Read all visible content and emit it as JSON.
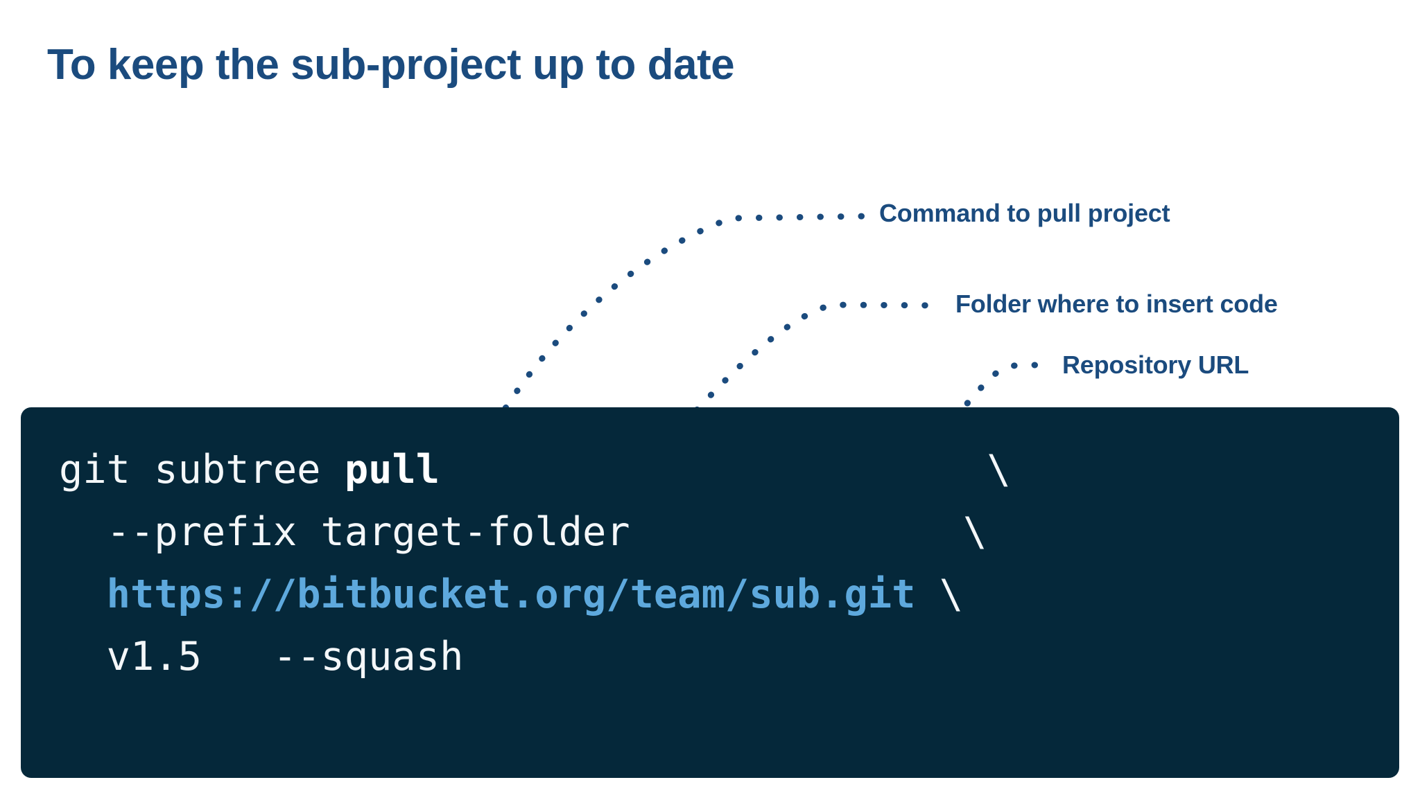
{
  "slide": {
    "title": "To keep the sub-project up to date",
    "background_color": "#ffffff",
    "accent_color": "#1b4b7e"
  },
  "annotations": {
    "items": [
      {
        "id": "command",
        "label": "Command to pull project"
      },
      {
        "id": "folder",
        "label": "Folder where to insert code"
      },
      {
        "id": "repo",
        "label": "Repository URL"
      }
    ],
    "leader_color_light_bg": "#1b4b7e",
    "leader_color_dark_bg": "#ffffff"
  },
  "code_block": {
    "background_color": "#05283a",
    "text_color": "#f4f7f9",
    "url_color": "#5ea9dd",
    "lines": [
      {
        "id": "line-1",
        "segments": [
          {
            "text": "git subtree ",
            "style": "plain"
          },
          {
            "text": "pull",
            "style": "strong"
          },
          {
            "text": "                       ",
            "style": "plain"
          },
          {
            "text": "\\",
            "style": "cont"
          }
        ]
      },
      {
        "id": "line-2",
        "segments": [
          {
            "text": "  --prefix target-folder              ",
            "style": "plain"
          },
          {
            "text": "\\",
            "style": "cont"
          }
        ]
      },
      {
        "id": "line-3",
        "segments": [
          {
            "text": "  ",
            "style": "plain"
          },
          {
            "text": "https://bitbucket.org/team/sub.git",
            "style": "url"
          },
          {
            "text": " ",
            "style": "plain"
          },
          {
            "text": "\\",
            "style": "cont"
          }
        ]
      },
      {
        "id": "line-4",
        "segments": [
          {
            "text": "  v1.5   --squash",
            "style": "plain"
          }
        ]
      }
    ]
  }
}
